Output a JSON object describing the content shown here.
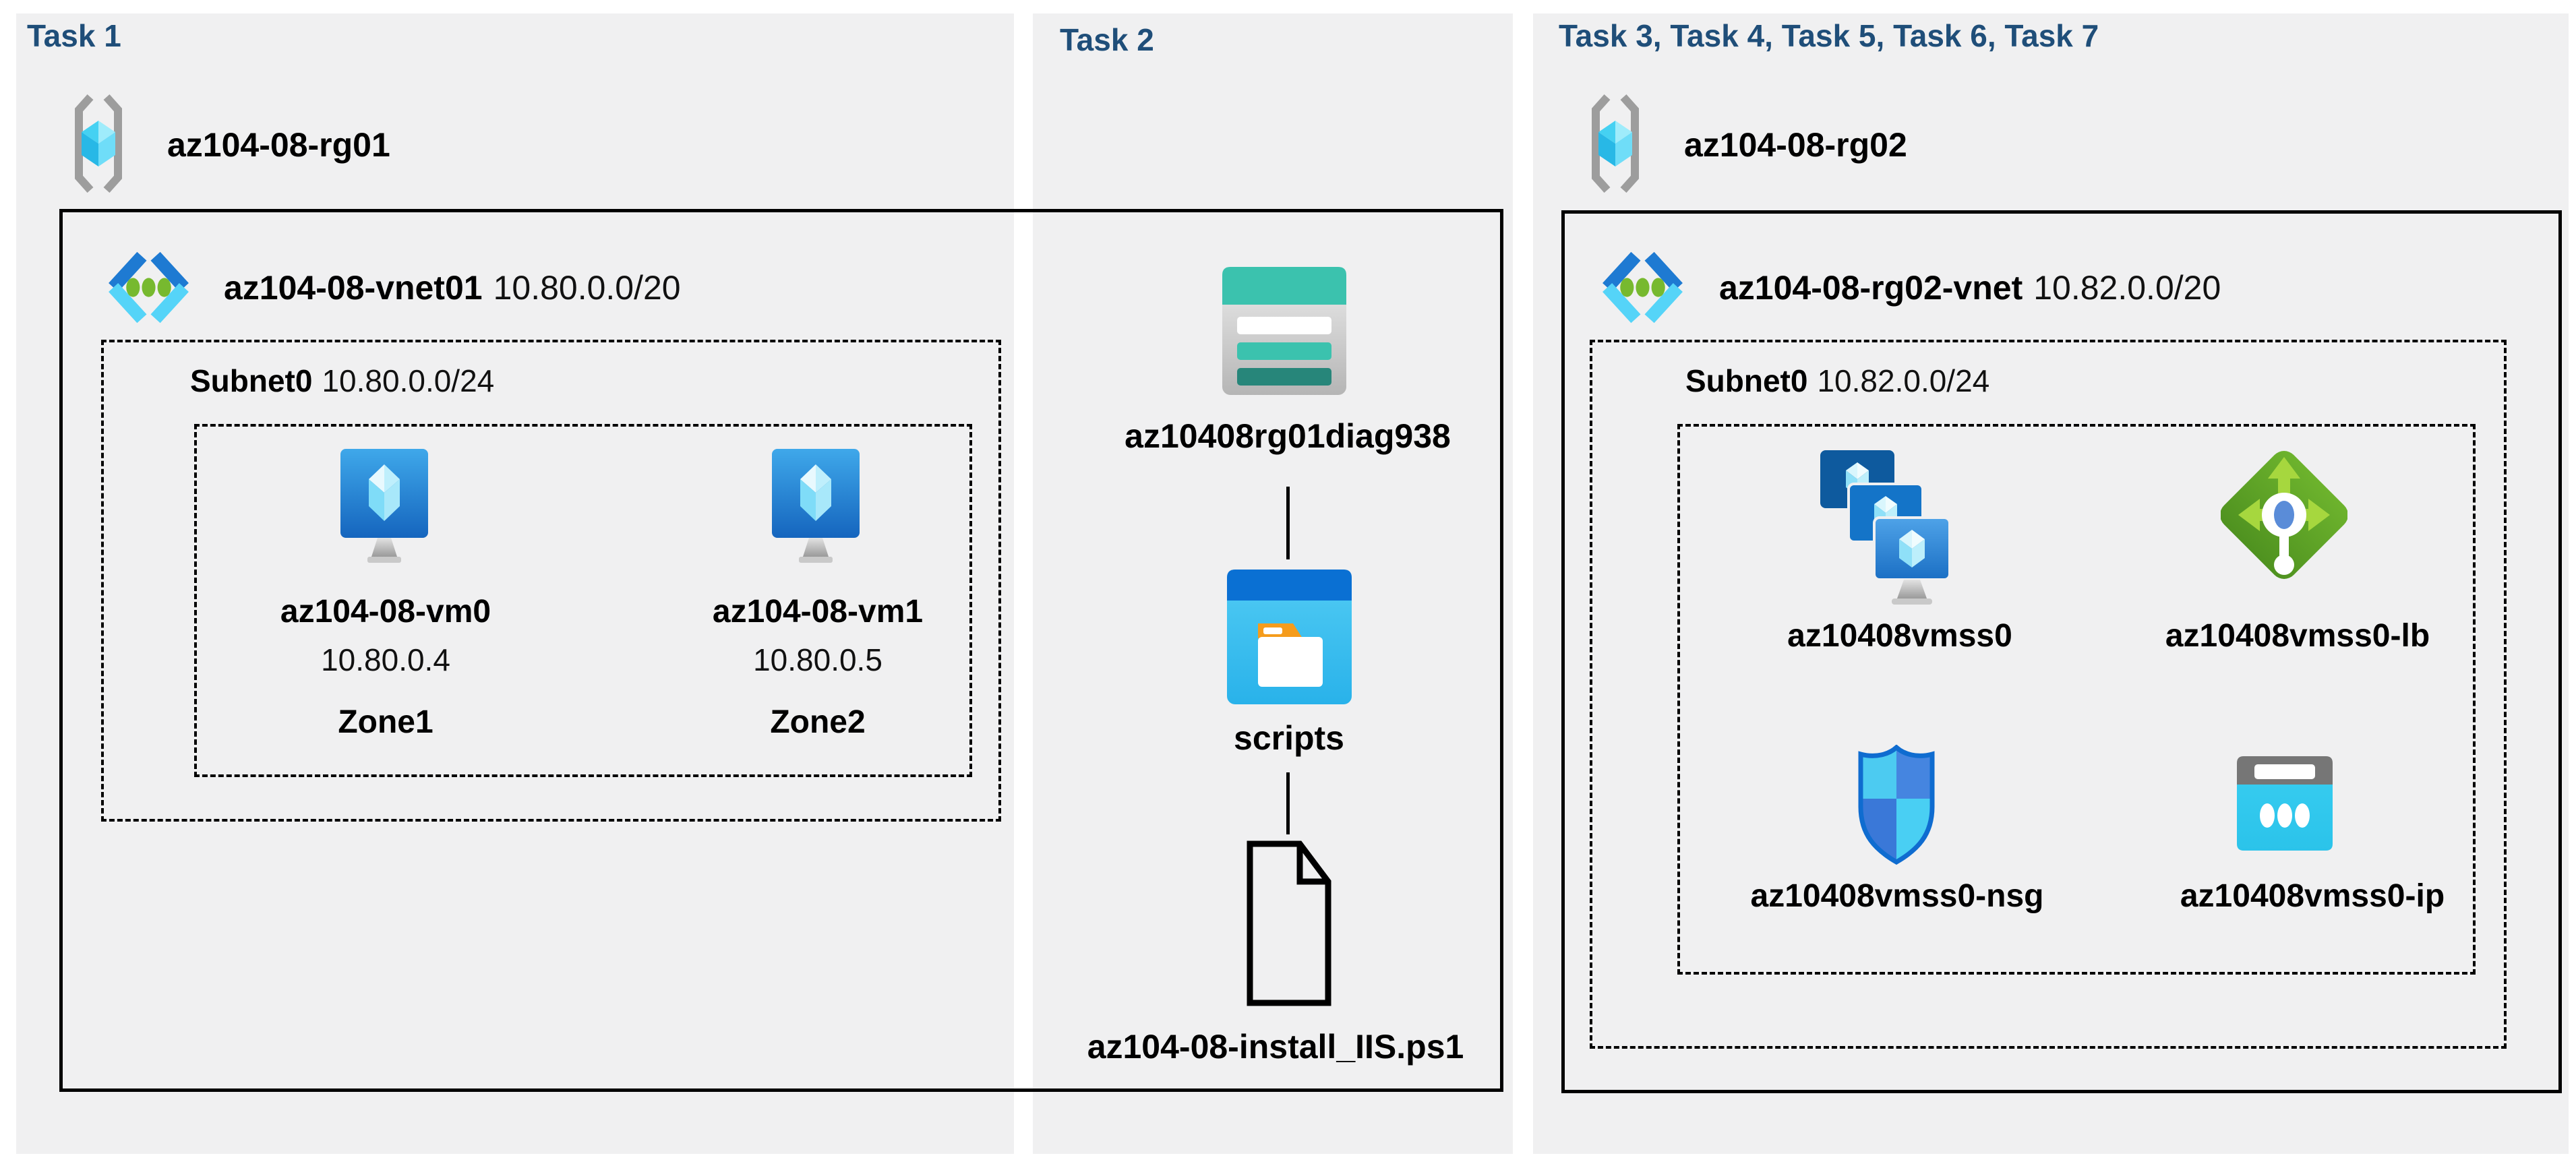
{
  "colors": {
    "background": "#FFFFFF",
    "panel_bg": "#F0F0F1",
    "title_navy": "#1F4E79",
    "box_border": "#000000",
    "storage_teal": "#3BC2AE",
    "storage_teal_dark": "#27867A",
    "azure_blue": "#0A70D3",
    "vm_blue": "#1B6FC4",
    "lb_green": "#6DB32D",
    "cube_cyan": "#45D1F2"
  },
  "panels": [
    {
      "title": "Task 1",
      "resource_group": {
        "name": "az104-08-rg01",
        "icon": "resource-group-icon"
      },
      "vnet": {
        "name": "az104-08-vnet01",
        "cidr": "10.80.0.0/20",
        "icon": "virtual-network-icon"
      },
      "subnet": {
        "name": "Subnet0",
        "cidr": "10.80.0.0/24"
      },
      "vms": [
        {
          "name": "az104-08-vm0",
          "ip": "10.80.0.4",
          "zone": "Zone1",
          "icon": "virtual-machine-icon"
        },
        {
          "name": "az104-08-vm1",
          "ip": "10.80.0.5",
          "zone": "Zone2",
          "icon": "virtual-machine-icon"
        }
      ]
    },
    {
      "title": "Task 2",
      "storage_account": {
        "name": "az10408rg01diag938",
        "icon": "storage-account-icon"
      },
      "container": {
        "name": "scripts",
        "icon": "scripts-folder-icon"
      },
      "file": {
        "name": "az104-08-install_IIS.ps1",
        "icon": "file-icon"
      }
    },
    {
      "title": "Task 3, Task 4, Task 5, Task 6, Task 7",
      "resource_group": {
        "name": "az104-08-rg02",
        "icon": "resource-group-icon"
      },
      "vnet": {
        "name": "az104-08-rg02-vnet",
        "cidr": "10.82.0.0/20",
        "icon": "virtual-network-icon"
      },
      "subnet": {
        "name": "Subnet0",
        "cidr": "10.82.0.0/24"
      },
      "resources": [
        {
          "name": "az10408vmss0",
          "icon": "vmss-icon"
        },
        {
          "name": "az10408vmss0-lb",
          "icon": "load-balancer-icon"
        },
        {
          "name": "az10408vmss0-nsg",
          "icon": "network-security-group-icon"
        },
        {
          "name": "az10408vmss0-ip",
          "icon": "public-ip-icon"
        }
      ]
    }
  ]
}
